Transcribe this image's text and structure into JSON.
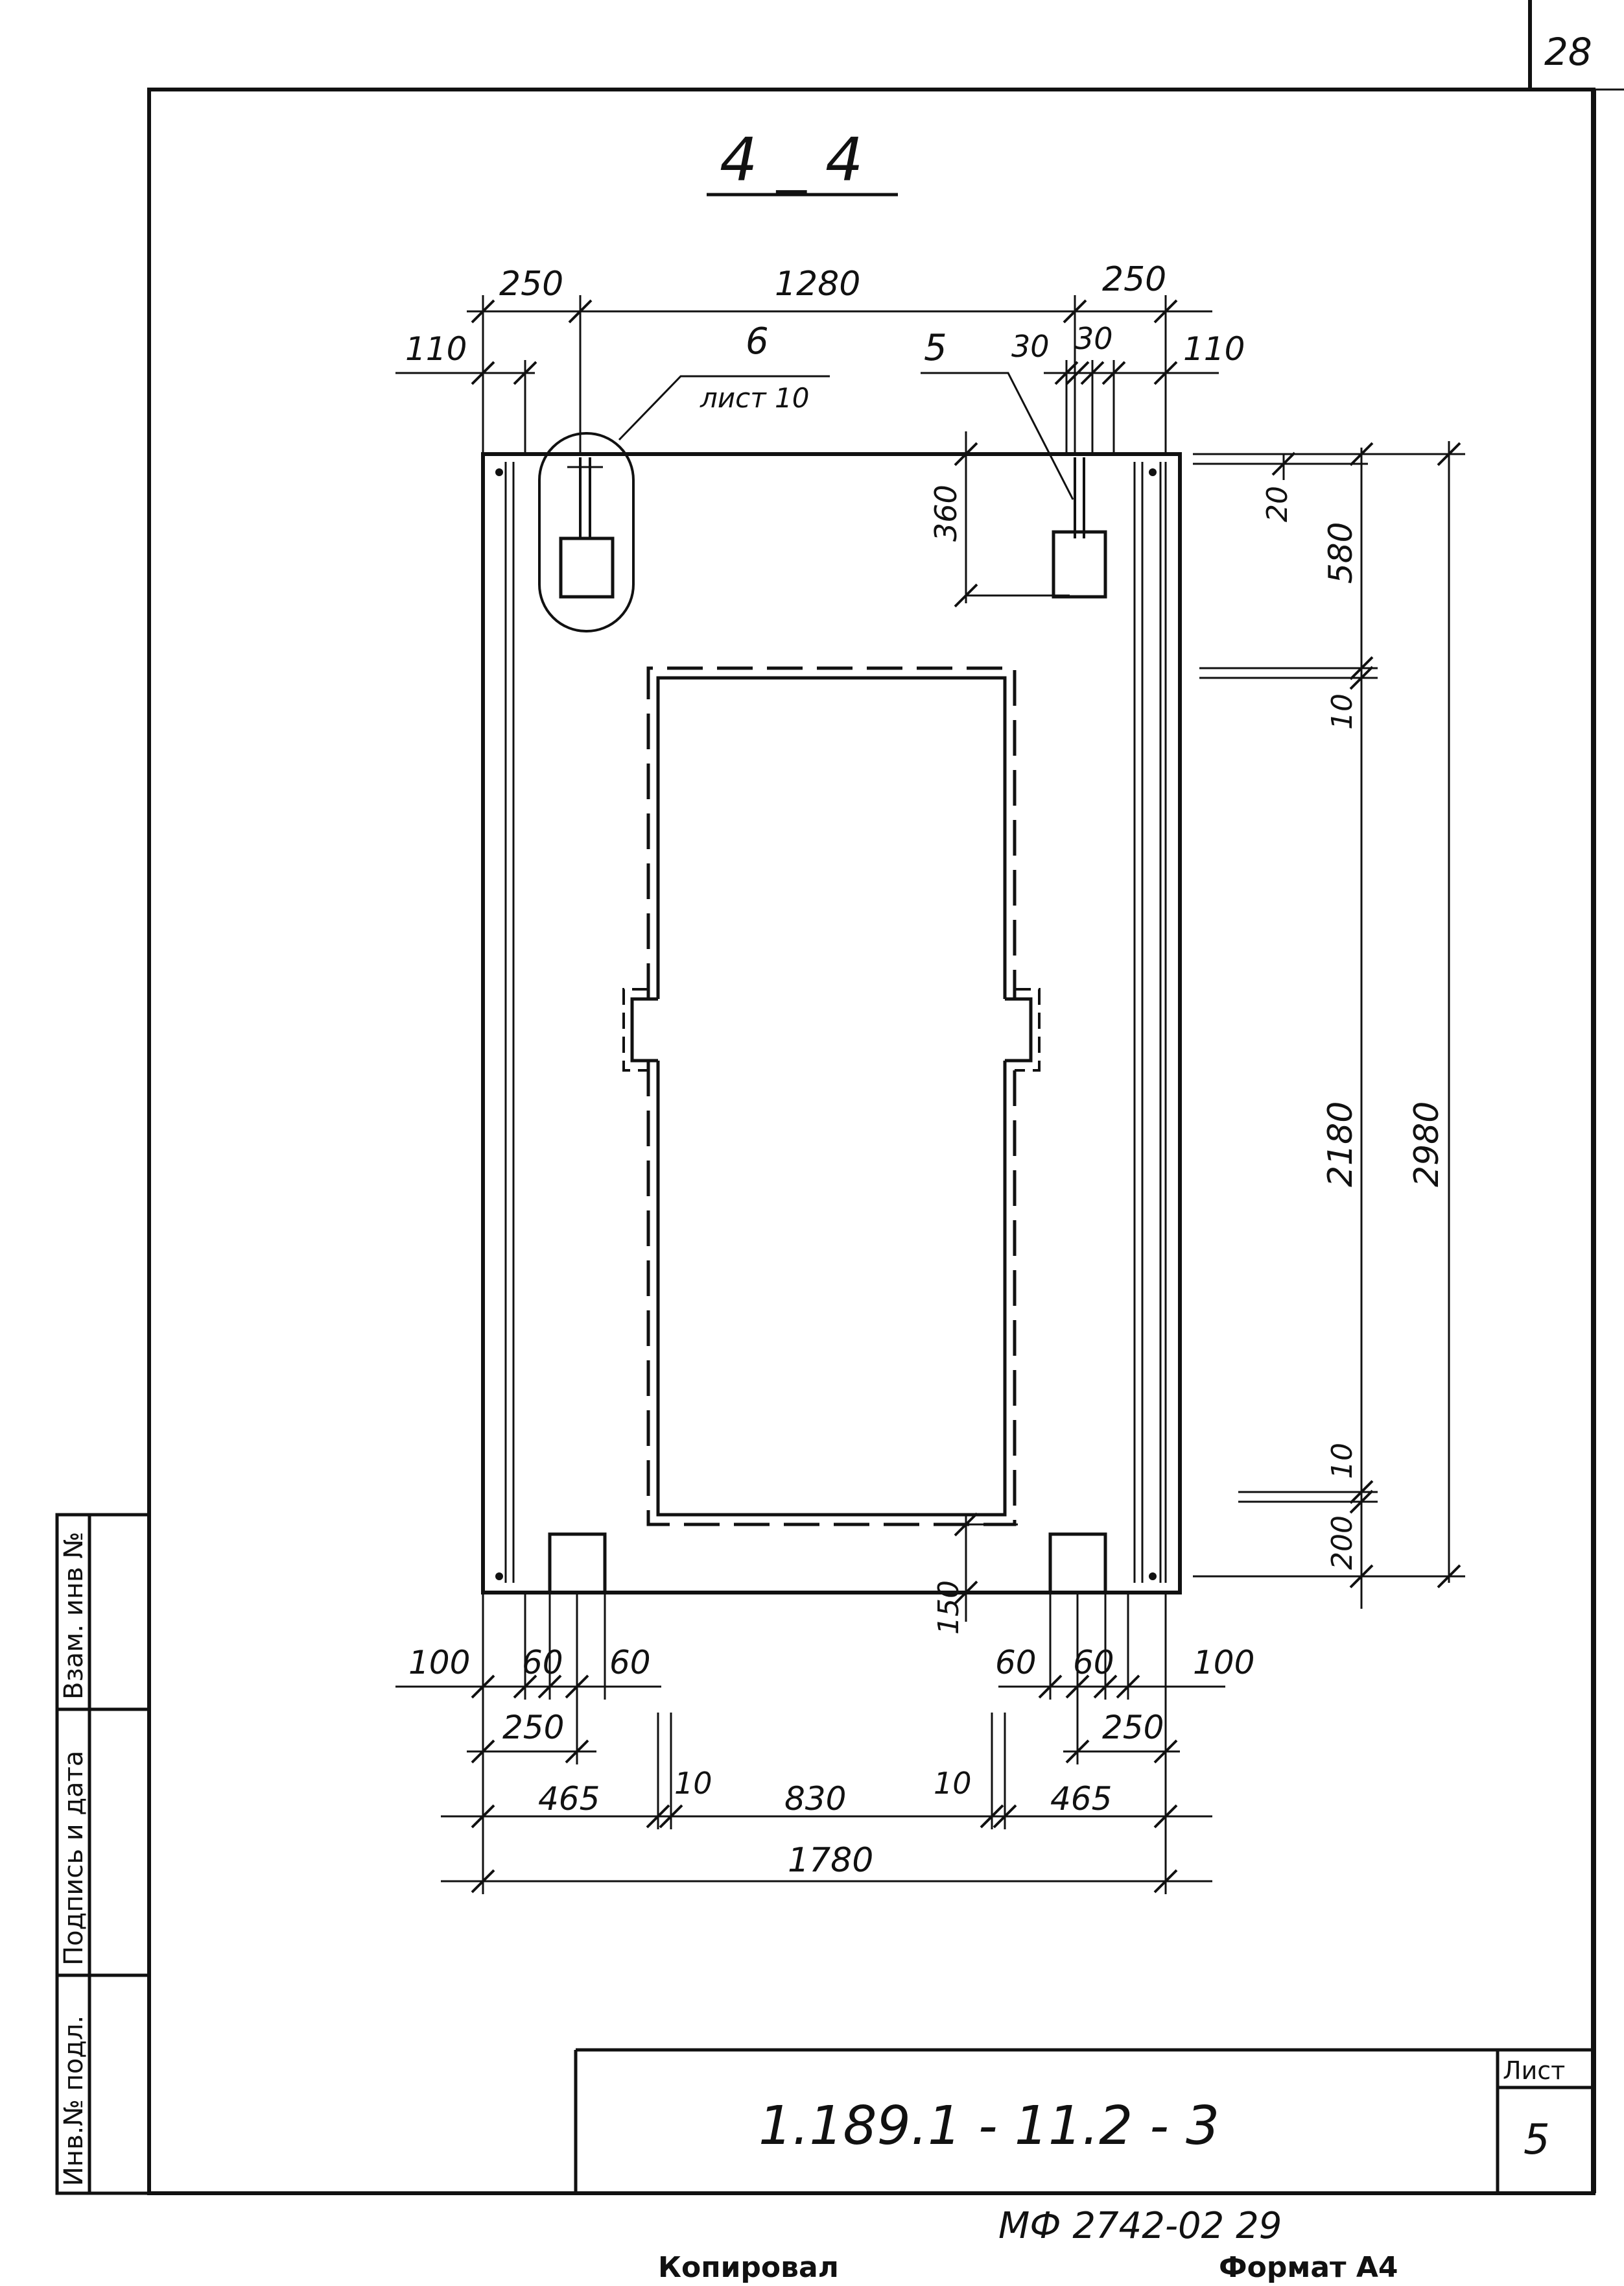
{
  "sheet_number_corner": "28",
  "section_title": "4 _ 4",
  "dimensions": {
    "top_overall": "1280",
    "top_left_250": "250",
    "top_right_250": "250",
    "top_left_110": "110",
    "top_right_110": "110",
    "top_right_30a": "30",
    "top_right_30b": "30",
    "mark_360": "360",
    "right_20": "20",
    "right_580": "580",
    "right_10_top": "10",
    "right_2180": "2180",
    "right_2980": "2980",
    "right_10_bottom": "10",
    "right_200": "200",
    "mark_150": "150",
    "bottom_left_100": "100",
    "bottom_left_60a": "60",
    "bottom_left_60b": "60",
    "bottom_right_60a": "60",
    "bottom_right_60b": "60",
    "bottom_right_100": "100",
    "bottom_left_250": "250",
    "bottom_right_250": "250",
    "bottom_left_465": "465",
    "bottom_left_10": "10",
    "bottom_830": "830",
    "bottom_right_10": "10",
    "bottom_right_465": "465",
    "bottom_overall": "1780"
  },
  "callouts": {
    "detail_number": "6",
    "detail_sheet": "лист 10",
    "item_5": "5"
  },
  "side_stamp": {
    "cell_inv_podl": "Инв.№ подл.",
    "cell_podpis_data": "Подпись и дата",
    "cell_vzam_inv": "Взам. инв №"
  },
  "title_block": {
    "designation": "1.189.1 - 11.2 -   3",
    "sheet_label": "Лист",
    "sheet_number": "5"
  },
  "footer": {
    "archive_code": "МФ 2742-02   29",
    "copied_by": "Копировал",
    "format": "Формат А4"
  }
}
